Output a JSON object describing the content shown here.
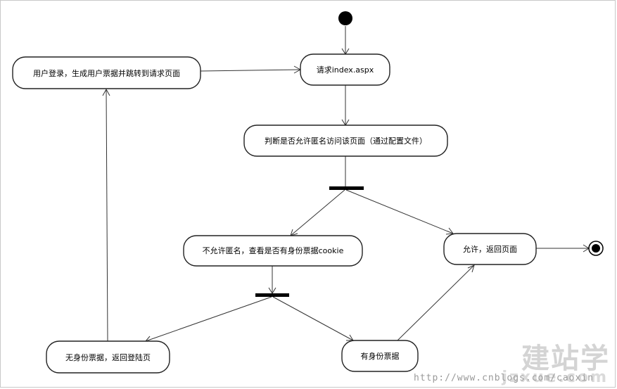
{
  "nodes": {
    "login": "用户登录，生成用户票据并跳转到请求页面",
    "request": "请求index.aspx",
    "check_anon": "判断是否允许匿名访问该页面（通过配置文件）",
    "no_anon": "不允许匿名，查看是否有身份票据cookie",
    "allow": "允许，返回页面",
    "no_ticket": "无身份票据，返回登陆页",
    "has_ticket": "有身份票据"
  },
  "watermark": {
    "brand": "建站学",
    "domain": "jzxue.com",
    "url": "http://www.cnblogs.com/caoxin"
  }
}
